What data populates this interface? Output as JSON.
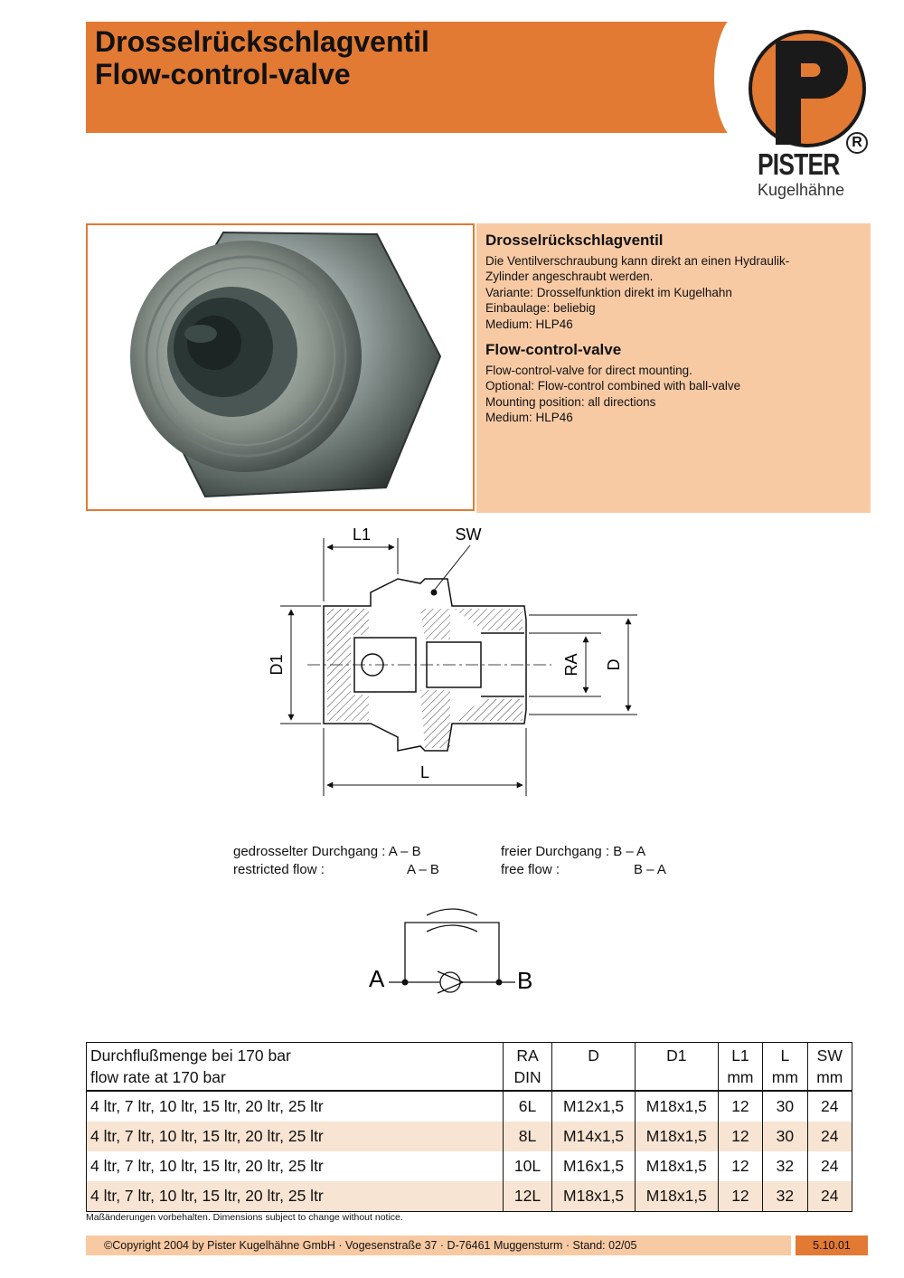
{
  "header": {
    "title_de": "Drosselrückschlagventil",
    "title_en": "Flow-control-valve"
  },
  "logo": {
    "letter": "P",
    "brand": "PISTER",
    "registered": "R",
    "sub": "Kugelhähne"
  },
  "description": {
    "de": {
      "heading": "Drosselrückschlagventil",
      "lines": [
        "Die Ventilverschraubung kann direkt an einen Hydraulik-",
        "Zylinder angeschraubt werden.",
        "Variante: Drosselfunktion direkt im Kugelhahn",
        "Einbaulage: beliebig",
        "Medium: HLP46"
      ]
    },
    "en": {
      "heading": "Flow-control-valve",
      "lines": [
        "Flow-control-valve for direct mounting.",
        "Optional: Flow-control combined with ball-valve",
        "Mounting position: all directions",
        "Medium: HLP46"
      ]
    }
  },
  "drawing_labels": {
    "l1": "L1",
    "sw": "SW",
    "d1": "D1",
    "ra": "RA",
    "d": "D",
    "l": "L"
  },
  "flow": {
    "restricted_de": "gedrosselter Durchgang : A – B",
    "restricted_en_label": "restricted flow :",
    "restricted_en_value": "A – B",
    "free_de": "freier Durchgang :  B – A",
    "free_en_label": "free flow :",
    "free_en_value": "B – A"
  },
  "symbol": {
    "a": "A",
    "b": "B"
  },
  "table": {
    "headers": [
      [
        "Durchflußmenge bei 170 bar",
        "flow rate at 170 bar"
      ],
      [
        "RA",
        "DIN"
      ],
      [
        "D",
        ""
      ],
      [
        "D1",
        ""
      ],
      [
        "L1",
        "mm"
      ],
      [
        "L",
        "mm"
      ],
      [
        "SW",
        "mm"
      ]
    ],
    "rows": [
      [
        "4 ltr, 7 ltr, 10 ltr, 15 ltr, 20 ltr, 25 ltr",
        "6L",
        "M12x1,5",
        "M18x1,5",
        "12",
        "30",
        "24"
      ],
      [
        "4 ltr, 7 ltr, 10 ltr, 15 ltr, 20 ltr, 25 ltr",
        "8L",
        "M14x1,5",
        "M18x1,5",
        "12",
        "30",
        "24"
      ],
      [
        "4 ltr, 7 ltr, 10 ltr, 15 ltr, 20 ltr, 25 ltr",
        "10L",
        "M16x1,5",
        "M18x1,5",
        "12",
        "32",
        "24"
      ],
      [
        "4 ltr, 7 ltr, 10 ltr, 15 ltr, 20 ltr, 25 ltr",
        "12L",
        "M18x1,5",
        "M18x1,5",
        "12",
        "32",
        "24"
      ]
    ]
  },
  "note": "Maßänderungen vorbehalten. Dimensions subject to change without notice.",
  "footer": {
    "copyright": "©Copyright 2004 by Pister Kugelhähne GmbH · Vogesenstraße 37 · D-76461 Muggensturm · Stand: 02/05",
    "code": "5.10.01"
  },
  "colors": {
    "orange": "#e27a34",
    "light_orange": "#f8caa4"
  }
}
